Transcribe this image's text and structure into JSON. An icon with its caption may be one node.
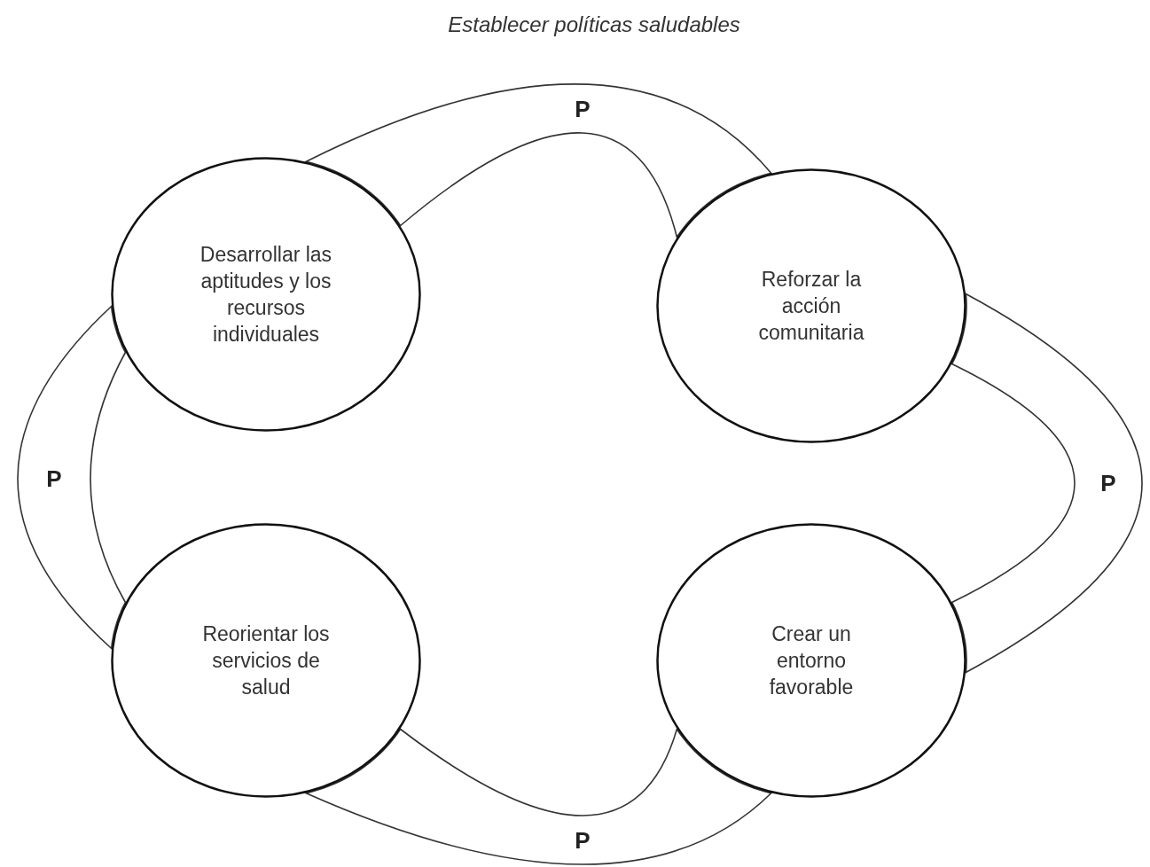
{
  "diagram": {
    "title": "Establecer políticas saludables",
    "nodes": [
      {
        "text": [
          "Desarrollar las aptitudes y los recursos individuales"
        ]
      },
      {
        "text": [
          "Reforzar la acción comunitaria"
        ]
      },
      {
        "text": [
          "Reorientar los servicios de salud"
        ]
      },
      {
        "text": [
          "Crear un entorno favorable"
        ]
      }
    ],
    "edges": [
      {
        "from": 0,
        "to": 1,
        "arrow": "none",
        "label": "P"
      },
      {
        "from": 1,
        "to": 3,
        "arrow": "none",
        "label": "P"
      },
      {
        "from": 2,
        "to": 3,
        "arrow": "none",
        "label": "P"
      },
      {
        "from": 0,
        "to": 2,
        "arrow": "none",
        "label": "P"
      }
    ]
  }
}
